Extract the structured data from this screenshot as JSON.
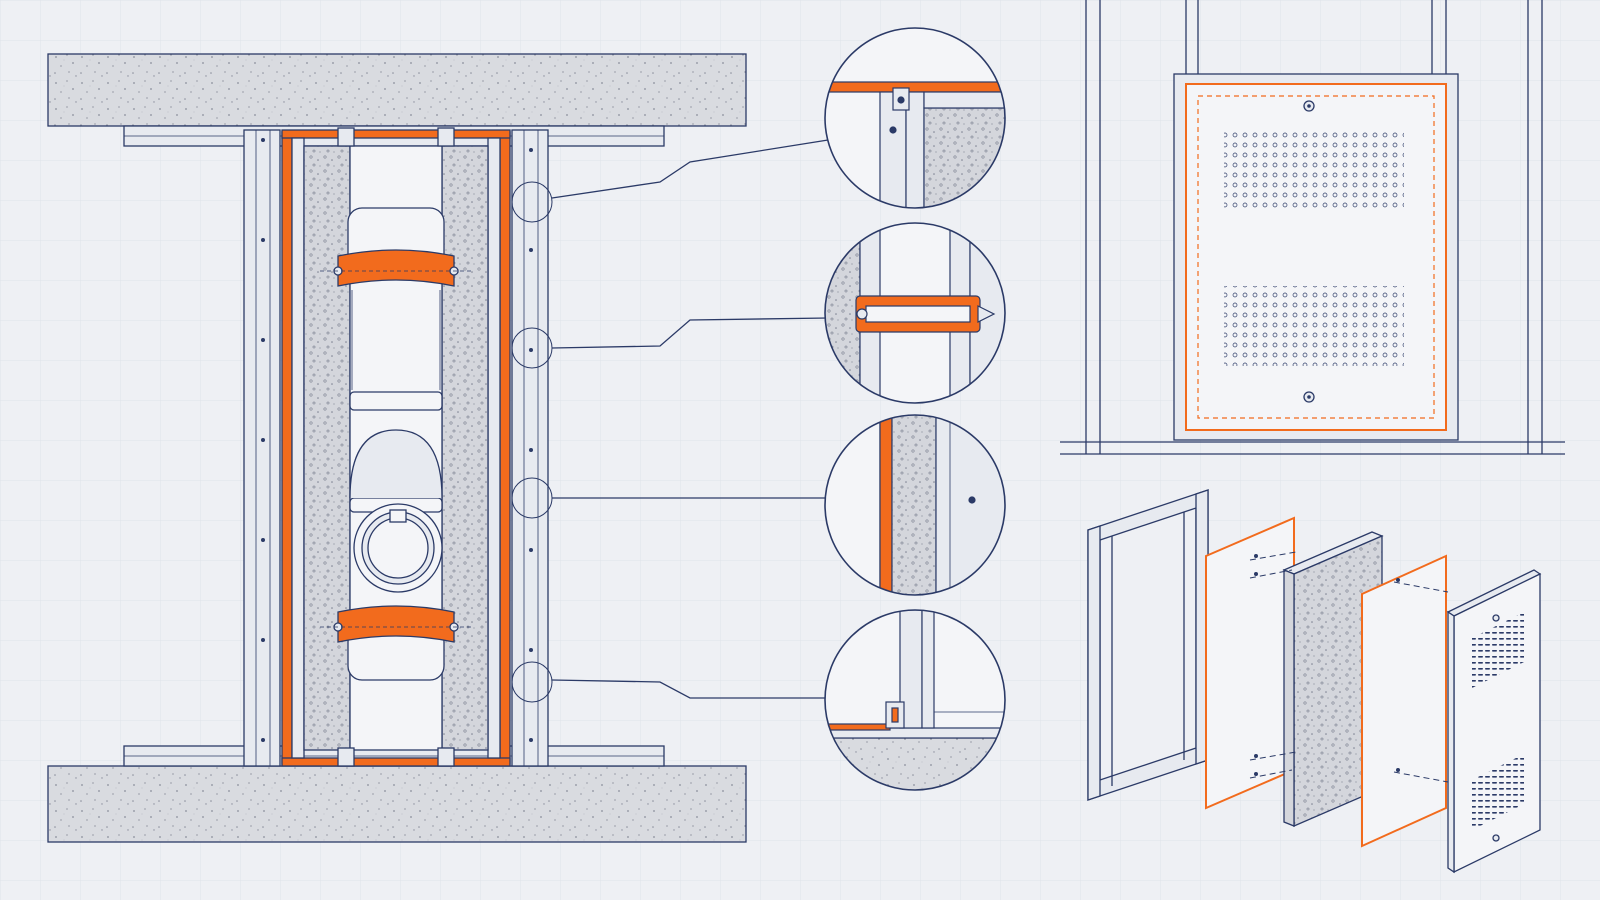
{
  "colors": {
    "background": "#eef0f4",
    "grid": "#dfe3ea",
    "line": "#2b3a67",
    "accent": "#f26b1d",
    "concrete": "#d9dbe0",
    "insulation": "#d4d6dc",
    "metal": "#e7eaf0",
    "panel": "#f4f5f8"
  },
  "diagram": {
    "section_view": {
      "clamps": 2,
      "detail_callouts": 4
    },
    "access_panel": {
      "perforation_blocks": 2,
      "fixing_screws": 2
    },
    "exploded_view": {
      "layers": [
        "frame",
        "orange-board",
        "insulation-board",
        "orange-board",
        "perforated-panel"
      ]
    }
  }
}
